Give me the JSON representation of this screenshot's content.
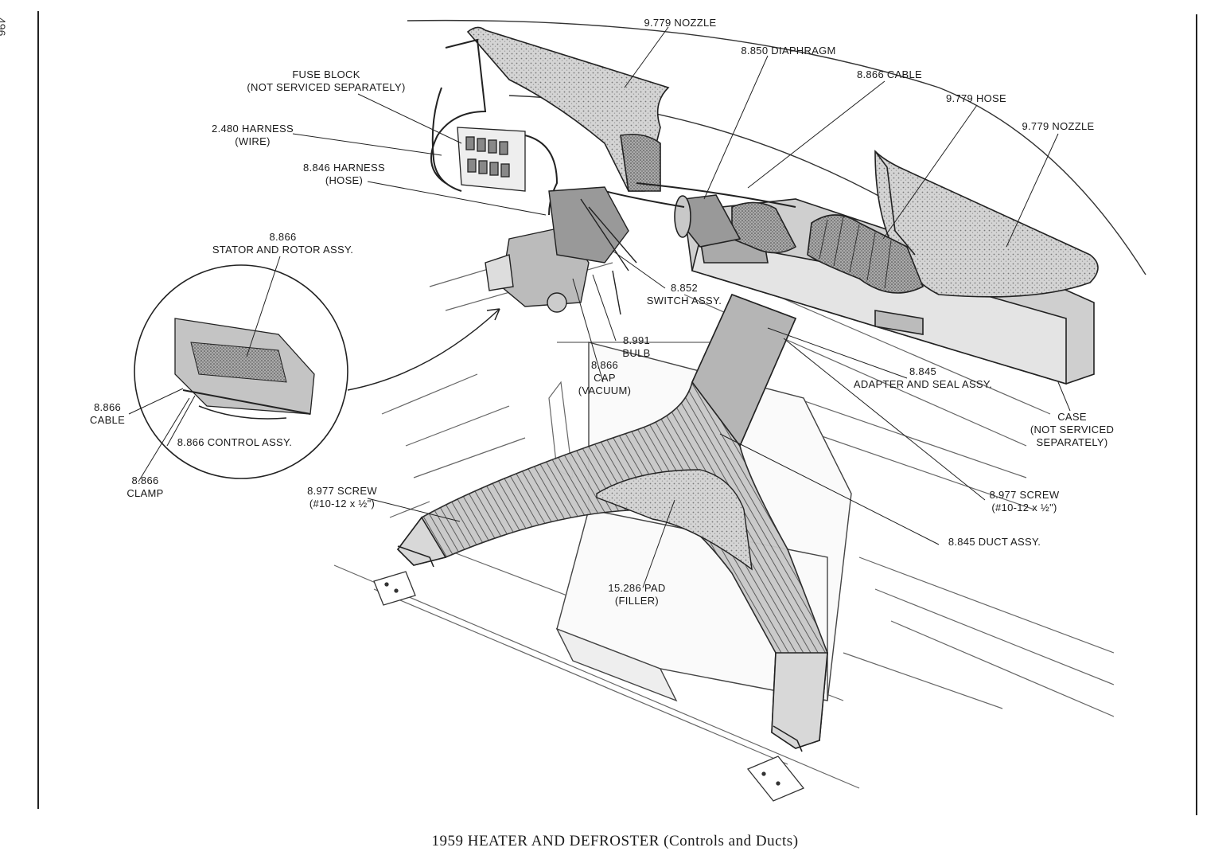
{
  "page_number": "496",
  "caption": "1959 HEATER AND DEFROSTER (Controls and Ducts)",
  "colors": {
    "ink": "#1a1a1a",
    "shade": "#bcbcbc",
    "light": "#e2e2e2",
    "paper": "#ffffff"
  },
  "labels": {
    "nozzle_left": [
      "9.779 NOZZLE"
    ],
    "diaphragm": [
      "8.850 DIAPHRAGM"
    ],
    "cable_top": [
      "8.866 CABLE"
    ],
    "hose_right": [
      "9.779 HOSE"
    ],
    "nozzle_right": [
      "9.779 NOZZLE"
    ],
    "fuse_block": [
      "FUSE BLOCK",
      "(NOT SERVICED SEPARATELY)"
    ],
    "harness_wire": [
      "2.480 HARNESS",
      "(WIRE)"
    ],
    "harness_hose": [
      "8.846 HARNESS",
      "(HOSE)"
    ],
    "stator_rotor": [
      "8.866",
      "STATOR AND ROTOR ASSY."
    ],
    "switch_assy": [
      "8.852",
      "SWITCH ASSY."
    ],
    "bulb": [
      "8.991",
      "BULB"
    ],
    "cap_vacuum": [
      "8.866",
      "CAP",
      "(VACUUM)"
    ],
    "adapter_seal": [
      "8.845",
      "ADAPTER AND SEAL ASSY."
    ],
    "case": [
      "CASE",
      "(NOT SERVICED",
      "SEPARATELY)"
    ],
    "cable_inset": [
      "8.866",
      "CABLE"
    ],
    "control_assy": [
      "8.866 CONTROL ASSY."
    ],
    "clamp": [
      "8.866",
      "CLAMP"
    ],
    "screw_left": [
      "8.977 SCREW",
      "(#10-12 x ½\")"
    ],
    "screw_right": [
      "8.977 SCREW",
      "(#10-12 x ½\")"
    ],
    "duct_assy": [
      "8.845 DUCT ASSY."
    ],
    "pad_filler": [
      "15.286 PAD",
      "(FILLER)"
    ]
  }
}
